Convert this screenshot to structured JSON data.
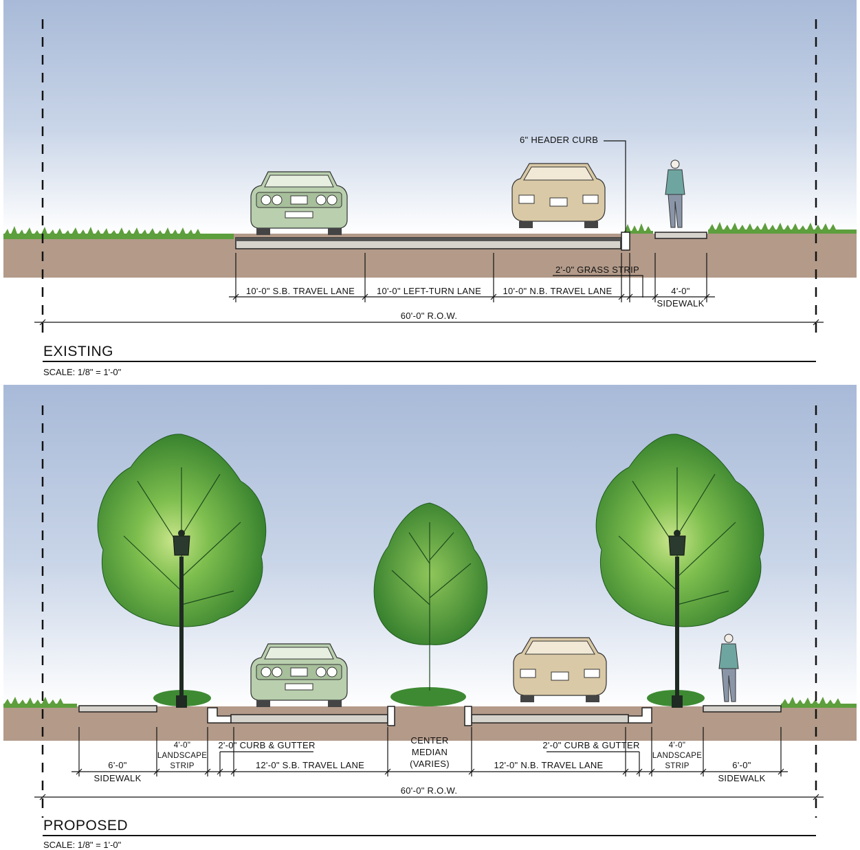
{
  "existing": {
    "title": "EXISTING",
    "scale": "SCALE: 1/8\" = 1'-0\"",
    "header_curb": "6\" HEADER CURB",
    "grass_strip": "2'-0\" GRASS STRIP",
    "lanes": {
      "sb": "10'-0\" S.B. TRAVEL LANE",
      "left_turn": "10'-0\" LEFT-TURN LANE",
      "nb": "10'-0\" N.B. TRAVEL LANE"
    },
    "sidewalk_dim": "4'-0\"",
    "sidewalk_label": "SIDEWALK",
    "row": "60'-0\" R.O.W."
  },
  "proposed": {
    "title": "PROPOSED",
    "scale": "SCALE: 1/8\" = 1'-0\"",
    "left_sidewalk_dim": "6'-0\"",
    "left_sidewalk_label": "SIDEWALK",
    "left_landscape": [
      "4'-0\"",
      "LANDSCAPE",
      "STRIP"
    ],
    "left_curb_gutter": "2'-0\" CURB & GUTTER",
    "sb_lane": "12'-0\" S.B. TRAVEL LANE",
    "median": [
      "CENTER",
      "MEDIAN",
      "(VARIES)"
    ],
    "nb_lane": "12'-0\" N.B. TRAVEL LANE",
    "right_curb_gutter": "2'-0\" CURB & GUTTER",
    "right_landscape": [
      "4'-0\"",
      "LANDSCAPE",
      "STRIP"
    ],
    "right_sidewalk_dim": "6'-0\"",
    "right_sidewalk_label": "SIDEWALK",
    "row": "60'-0\" R.O.W."
  },
  "colors": {
    "sky_top": "#a8bad8",
    "sky_bottom": "#ffffff",
    "soil": "#b39a89",
    "grass": "#5d9e3d",
    "tree_dark": "#2f7a2a",
    "tree_light": "#8fc65a",
    "car_green": "#b9cfae",
    "car_tan": "#d9c9a6",
    "pedestrian": "#6fa5a0"
  },
  "icons": [
    "car",
    "pedestrian",
    "tree",
    "street-lamp"
  ]
}
